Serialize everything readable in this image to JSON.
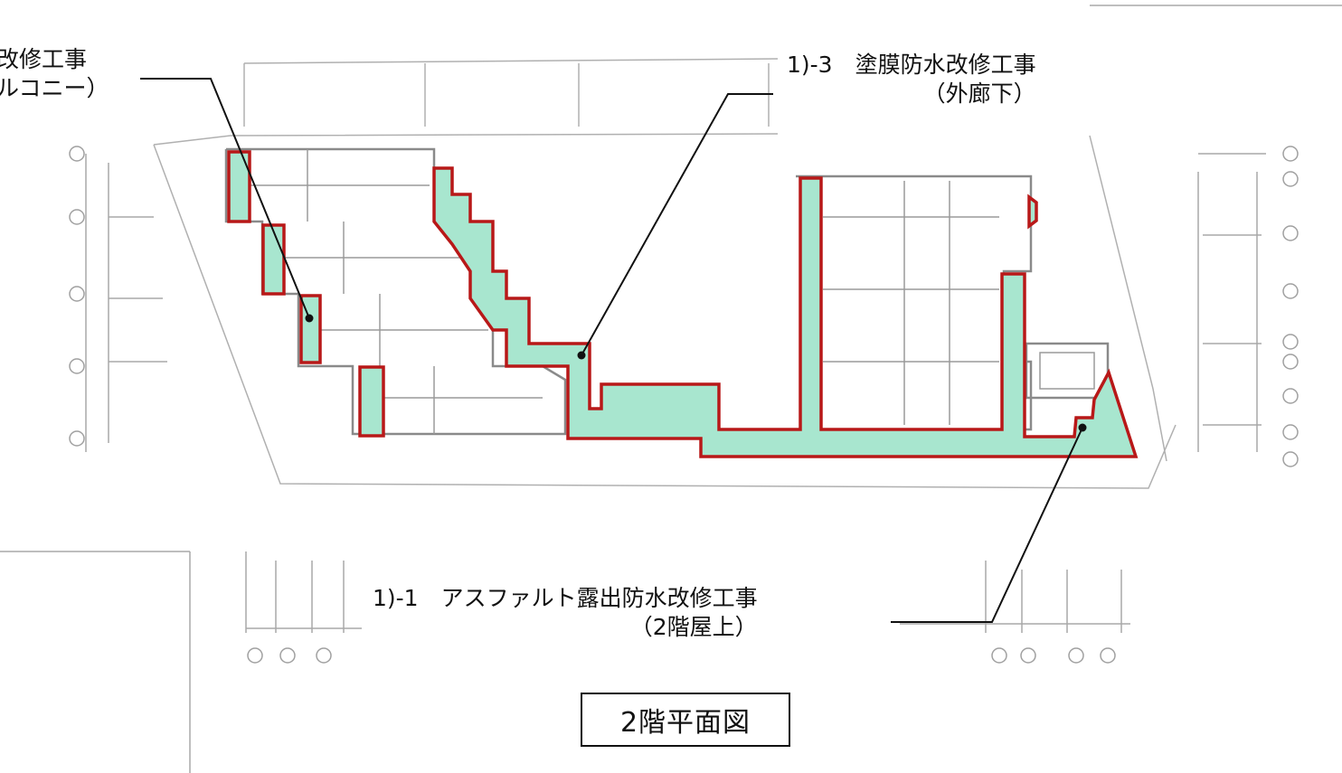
{
  "drawing_title": "2階平面図",
  "callouts": {
    "balcony": {
      "line1": "改修工事",
      "line2": "ルコニー）"
    },
    "corridor": {
      "line1": "1)-3　塗膜防水改修工事",
      "line2": "（外廊下）"
    },
    "roof": {
      "line1": "1)-1　アスファルト露出防水改修工事",
      "line2": "（2階屋上）"
    }
  },
  "colors": {
    "highlight_outline": "#b81818",
    "highlight_fill": "#a8e6cf",
    "drawing_lines": "#9a9a9a",
    "text": "#111111"
  }
}
